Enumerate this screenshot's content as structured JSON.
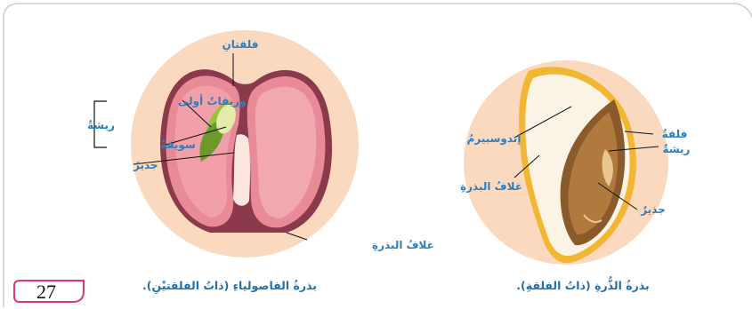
{
  "page": {
    "number": "27"
  },
  "bean": {
    "caption": "بذرةُ الفاصولياءِ (ذاتُ الفلقتيْنِ).",
    "labels": {
      "cotyledons": "فلقتانِ",
      "true_leaves": "وريقاتٌ أولى",
      "plumule": "ريشةٌ",
      "hypocotyl": "سويقةٌ",
      "radicle": "جذيرٌ",
      "seed_coat": "غلافُ البذرةِ"
    }
  },
  "corn": {
    "caption": "بذرةُ الذُّرةِ (ذاتُ الفلقةِ).",
    "labels": {
      "endosperm": "إندوسبيرمُ",
      "seed_coat": "غلافُ البذرةِ",
      "cotyledon": "فلقةٌ",
      "plumule": "ريشةٌ",
      "radicle": "جذيرٌ"
    }
  },
  "colors": {
    "label_text": "#2a7fc0",
    "background_circle": "#fbd9bf",
    "bean_cotyledon": "#e88a97",
    "corn_coat": "#f2b632",
    "corn_embryo": "#8b5a2b",
    "page_box_border": "#d63a7a"
  }
}
